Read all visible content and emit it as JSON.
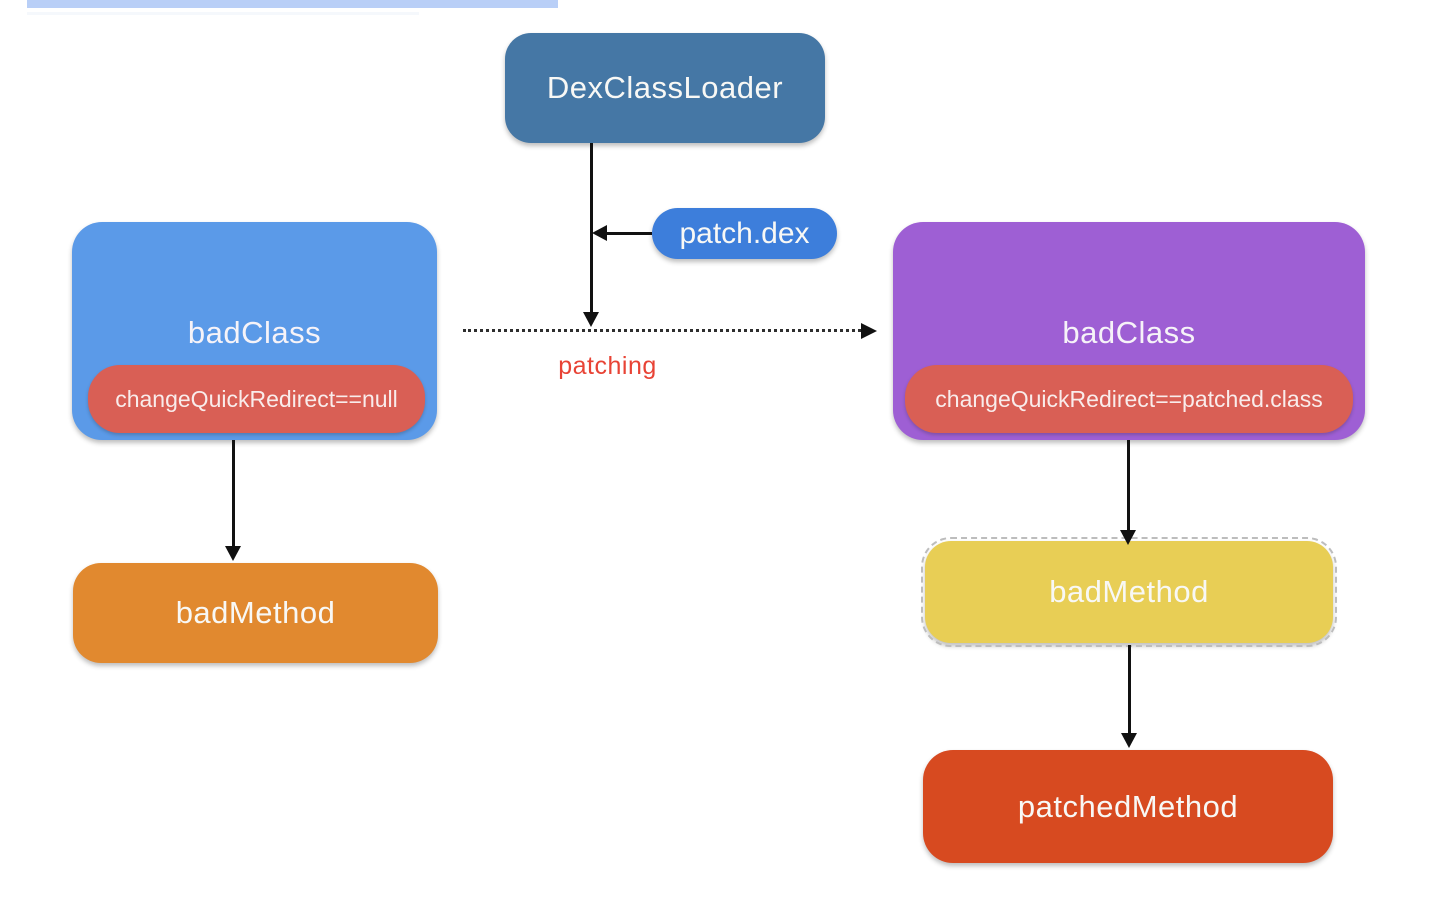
{
  "artifact": {
    "selection_bar_color": "#b9cff7",
    "faint_line_color": "#f5f8fc"
  },
  "diagram": {
    "dex_class_loader": {
      "label": "DexClassLoader",
      "color": "#4577a5"
    },
    "patch_dex": {
      "label": "patch.dex",
      "color": "#3d7edb"
    },
    "bad_class_left": {
      "label": "badClass",
      "color": "#5b9ae8",
      "inner_label": "changeQuickRedirect==null",
      "inner_color": "#d95f55"
    },
    "bad_class_right": {
      "label": "badClass",
      "color": "#9e5fd4",
      "inner_label": "changeQuickRedirect==patched.class",
      "inner_color": "#d95f55"
    },
    "bad_method_left": {
      "label": "badMethod",
      "color": "#e1892f"
    },
    "bad_method_right": {
      "label": "badMethod",
      "color": "#e8ce55"
    },
    "patched_method": {
      "label": "patchedMethod",
      "color": "#d74a20"
    },
    "patching_edge": {
      "label": "patching",
      "label_color": "#e84335"
    }
  }
}
